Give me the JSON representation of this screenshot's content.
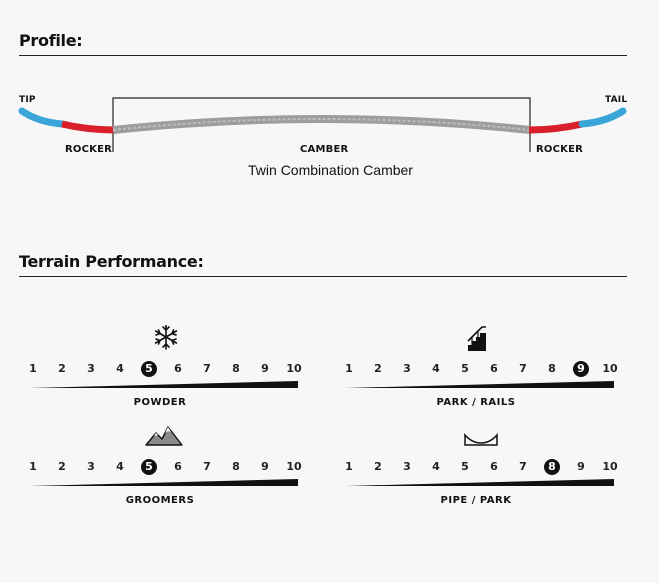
{
  "profile": {
    "title": "Profile:",
    "tip_label": "TIP",
    "tail_label": "TAIL",
    "rocker_left_label": "ROCKER",
    "camber_label": "CAMBER",
    "rocker_right_label": "ROCKER",
    "profile_name": "Twin Combination Camber",
    "colors": {
      "tip": "#3aa5d8",
      "rocker": "#d9202a",
      "camber": "#9a9a9a"
    }
  },
  "terrain": {
    "title": "Terrain Performance:",
    "scale": [
      "1",
      "2",
      "3",
      "4",
      "5",
      "6",
      "7",
      "8",
      "9",
      "10"
    ],
    "ratings": [
      {
        "name": "POWDER",
        "value": 5,
        "icon": "snowflake-icon"
      },
      {
        "name": "PARK / RAILS",
        "value": 9,
        "icon": "stairs-rail-icon"
      },
      {
        "name": "GROOMERS",
        "value": 5,
        "icon": "mountains-icon"
      },
      {
        "name": "PIPE / PARK",
        "value": 8,
        "icon": "halfpipe-icon"
      }
    ]
  }
}
